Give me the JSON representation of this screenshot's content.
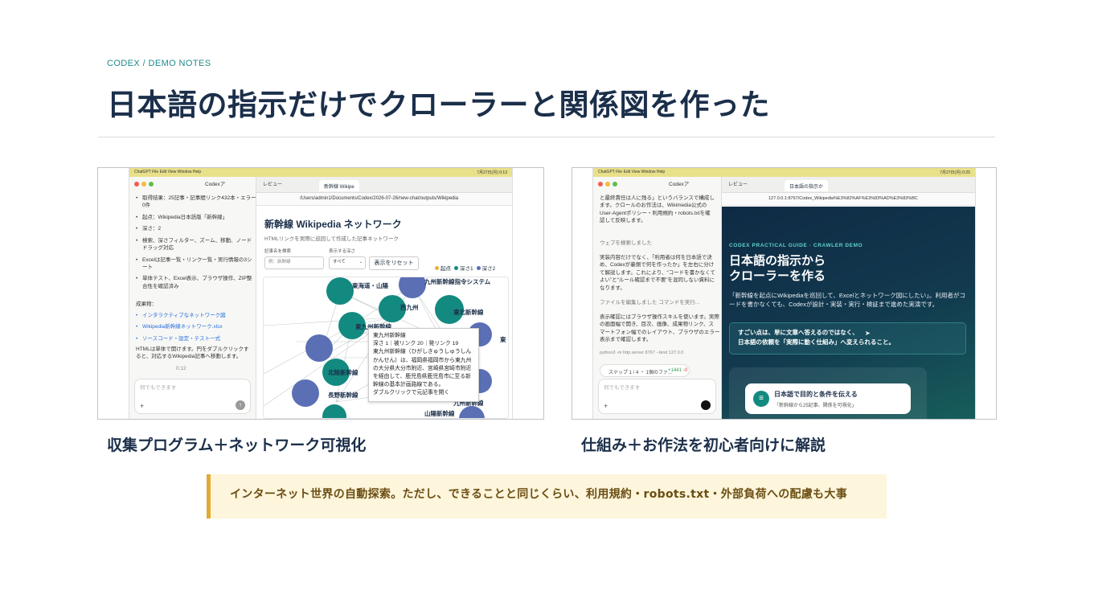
{
  "eyebrow": "CODEX / DEMO NOTES",
  "title": "日本語の指示だけでクローラーと関係図を作った",
  "captions": {
    "left": "収集プログラム＋ネットワーク可視化",
    "right": "仕組み＋お作法を初心者向けに解説"
  },
  "note": "インターネット世界の自動探索。ただし、できることと同じくらい、利用規約・robots.txt・外部負荷への配慮も大事",
  "colors": {
    "accent": "#1f8a8a",
    "title": "#1b2f4a",
    "note_bg": "#fdf5dc",
    "note_border": "#e3aa32"
  },
  "left_shot": {
    "menubar_left": "ChatGPT  File  Edit  View  Window  Help",
    "menubar_right": "7月27日(月) 0:13",
    "chat_tab": "Codexア",
    "bullets": [
      "取得結果：25記事・記事間リンク432本・エラー0件",
      "起点：Wikipedia日本語版「新幹線」",
      "深さ：2",
      "検索、深さフィルター、ズーム、移動、ノードドラッグ対応",
      "Excelは記事一覧・リンク一覧・実行情報の3シート",
      "単体テスト、Excel表示、ブラウザ操作、ZIP整合性を確認済み"
    ],
    "outputs_label": "成果物：",
    "outputs": [
      "インタラクティブなネットワーク図",
      "Wikipedia新幹線ネットワーク.xlsx",
      "ソースコード・設定・テスト一式"
    ],
    "html_note": "HTMLは単体で開けます。円をダブルクリックすると、対応するWikipedia記事へ移動します。",
    "time": "0:12",
    "input_placeholder": "何でもできます",
    "browser_tab_review": "レビュー",
    "browser_tab": "新幹線 Wikipe",
    "url": "/Users/admin1/Documents/Codex/2026-07-26/new-chat/outputs/Wikipedia",
    "page_title": "新幹線 Wikipedia ネットワーク",
    "page_subtitle": "HTMLリンクを実際に巡回して作成した記事ネットワーク",
    "search_label": "記事名を検索",
    "search_placeholder": "例：新幹線",
    "depth_label": "表示する深さ",
    "depth_value": "すべて",
    "reset_button": "表示をリセット",
    "legend": [
      {
        "label": "起点",
        "color": "#e6b43a"
      },
      {
        "label": "深さ1",
        "color": "#138a80"
      },
      {
        "label": "深さ2",
        "color": "#5b6fb5"
      }
    ],
    "node_labels": [
      "東海道・山陽",
      "九州新幹線指令システム",
      "西九州",
      "東北新幹線",
      "東九州新幹線",
      "北陸新幹線",
      "長野新幹線",
      "九州新幹線",
      "山陽新幹線",
      "東"
    ],
    "tooltip": [
      "東九州新幹線",
      "深さ 1｜被リンク 20｜発リンク 19",
      "東九州新幹線（ひがしきゅうしゅうしん",
      "かんせん）は、福岡県福岡市から東九州",
      "の大分県大分市附近、宮崎県宮崎市附近",
      "を経由して、鹿児島県鹿児島市に至る新",
      "幹線の基本計画路線である。",
      "ダブルクリックで元記事を開く"
    ]
  },
  "right_shot": {
    "menubar_left": "ChatGPT  File  Edit  View  Window  Help",
    "menubar_right": "7月27日(月) 0:25",
    "chat_tab": "Codexア",
    "chat_lines": [
      "と最終責任は人に残る」というバランスで構成し",
      "ます。クロールのお作法は、Wikimedia公式の",
      "User-Agentポリシー・利用規約・robots.txtを確",
      "認して反映します。"
    ],
    "web_search": "ウェブを検索しました",
    "chat_lines2": [
      "実装内容だけでなく、「利用者は何を日本語で決",
      "め、Codexが裏側で何を作ったか」を左右に分け",
      "て解説します。これにより、“コードを書かなくて",
      "よい”と“ルール確認まで不要”を混同しない資料に",
      "なります。"
    ],
    "file_edit": "ファイルを編集しました  コマンドを実行...",
    "chat_lines3": [
      "表示確認にはブラウザ操作スキルを使います。実際",
      "の画面幅で開き、目次、画像、成果物リンク、ス",
      "マートフォン幅でのレイアウト、ブラウザのエラー",
      "表示まで確認します。"
    ],
    "command": "python3 -m http.server 8767 --bind 127.0.0",
    "step": "ステップ 1 / 4 ・ 1個のファ...",
    "step_diff_add": "+1441",
    "step_diff_del": "-0",
    "input_placeholder": "何でもできます",
    "browser_tab_review": "レビュー",
    "browser_tab": "日本語の指示か",
    "url": "127.0.0.1:8767/Codex_Wikipedia%E3%82%AF%E3%83%AD%E3%83%BC",
    "guide_eyebrow": "CODEX PRACTICAL GUIDE · CRAWLER DEMO",
    "guide_title_1": "日本語の指示から",
    "guide_title_2": "クローラーを作る",
    "guide_lead": "「新幹線を起点にWikipediaを巡回して、Excelとネットワーク図にしたい」。利用者がコードを書かなくても、Codexが設計・実装・実行・検証まで進めた実演です。",
    "callout_1": "すごい点は、単に文章へ答えるのではなく、",
    "callout_2": "日本語の依頼を「実際に動く仕組み」へ変えられること。",
    "card_title": "日本語で目的と条件を伝える",
    "card_sub": "「新幹線から25記事、関係を可視化」"
  }
}
